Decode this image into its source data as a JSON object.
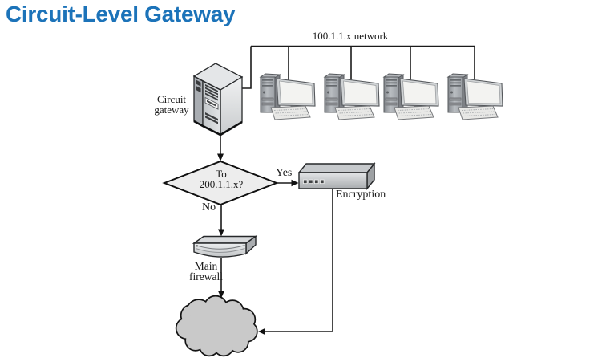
{
  "title": "Circuit-Level Gateway",
  "colors": {
    "title-blue": "#1c73b9",
    "line-black": "#1a1a1a",
    "diamond-fill": "#ededed",
    "cloud-fill": "#c9c9c9",
    "label-color": "#1a1a1a"
  },
  "labels": {
    "network": "100.1.1.x network",
    "gateway": "Circuit gateway",
    "decision": "To 200.1.1.x?",
    "yes": "Yes",
    "no": "No",
    "encryption": "Encryption",
    "firewall": "Main firewall"
  },
  "nodes": [
    {
      "id": "lan-hosts",
      "type": "workstation-group",
      "count": 4,
      "label": "100.1.1.x network"
    },
    {
      "id": "circuit-gateway",
      "type": "server-tower",
      "label": "Circuit gateway"
    },
    {
      "id": "routing-decision",
      "type": "decision-diamond",
      "label": "To 200.1.1.x?"
    },
    {
      "id": "encryption-device",
      "type": "network-appliance",
      "label": "Encryption"
    },
    {
      "id": "main-firewall",
      "type": "firewall-appliance",
      "label": "Main firewall"
    },
    {
      "id": "internet-cloud",
      "type": "cloud",
      "label": ""
    }
  ],
  "edges": [
    {
      "from": "lan-hosts",
      "to": "circuit-gateway",
      "label": ""
    },
    {
      "from": "circuit-gateway",
      "to": "routing-decision",
      "label": ""
    },
    {
      "from": "routing-decision",
      "to": "encryption-device",
      "label": "Yes"
    },
    {
      "from": "routing-decision",
      "to": "main-firewall",
      "label": "No"
    },
    {
      "from": "main-firewall",
      "to": "internet-cloud",
      "label": ""
    },
    {
      "from": "encryption-device",
      "to": "internet-cloud",
      "label": ""
    }
  ]
}
